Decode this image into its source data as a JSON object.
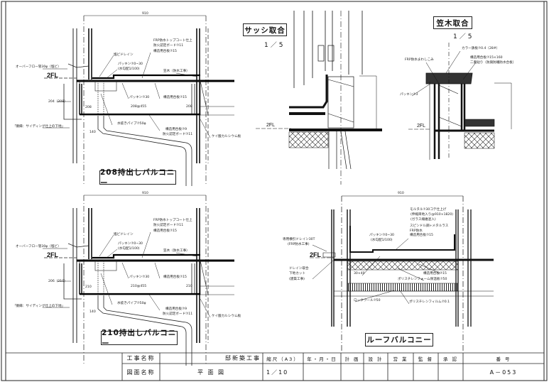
{
  "drawing_sheet": {
    "details": [
      {
        "title": "208持出しバルコニー",
        "annotations": [
          "910",
          "FRP防水トップコート仕上",
          "防火認定ボード⑦11",
          "構造用合板⑦15",
          "塩ビドレイン",
          "パッキン⑦0~30",
          "(水勾配1/100)",
          "オーバーフロー管30φ（塩ビ）",
          "笠木（防水工事）",
          "パッキン⑦30",
          "構造用合板⑦15",
          "204（208）",
          "208",
          "208@455",
          "208",
          "「胴縁：サイディング仕上の下地」",
          "水抜きパイプ⑦50φ",
          "構造用合板⑦9",
          "防火認定ボード⑦11",
          "140",
          "ケイ酸カルシウム板"
        ],
        "floor_label": "2FL"
      },
      {
        "title": "210持出しバルコニー",
        "annotations": [
          "910",
          "FRP防水トップコート仕上",
          "防火認定ボード⑦11",
          "構造用合板⑦15",
          "塩ビドレイン",
          "パッキン⑦0~30",
          "(水勾配1/100)",
          "オーバーフロー管30φ（塩ビ）",
          "笠木（防水工事）",
          "パッキン⑦30",
          "構造用合板⑦15",
          "206（210）",
          "210",
          "210@455",
          "210",
          "「胴縁：サイディング仕上の下地」",
          "水抜きパイプ⑦50φ",
          "構造用合板⑦9",
          "防火認定ボード⑦11",
          "140",
          "ケイ酸カルシウム板"
        ],
        "floor_label": "2FL"
      },
      {
        "title": "サッシ取合",
        "scale": "1／5",
        "floor_label": "2FL"
      },
      {
        "title": "笠木取合",
        "scale": "1／5",
        "annotations": [
          "カラー鉄板⑦0.4（28#）",
          "構造用合板⑦15×160",
          "二重貼り（防腐防蟻防水合板）",
          "FRP防水まわしこみ",
          "パッキン⑦3"
        ],
        "floor_label": "2FL"
      },
      {
        "title": "ルーフバルコニー",
        "annotations": [
          "910",
          "モルタル⑦30コテ仕上げ",
          "(伸縮目地入り@910×1820)",
          "(ガラス繊維混入)",
          "スピンドル鋼+メタルラス",
          "FRP防水",
          "構造用合板⑦15",
          "専用横引ドレイン30T",
          "(FRP防水工事)",
          "パッキン⑦0~30",
          "(水勾配1/100)",
          "ドレイン取合",
          "下地カット",
          "(建築工事)",
          "30×40",
          "構造用合板⑦15",
          "ポリスチレンフォーム保温板⑦50",
          "ロックウール⑦50",
          "ポリスチレンフィルム⑦0.1"
        ],
        "floor_label": "2FL"
      }
    ],
    "title_block": {
      "project_label": "工事名称",
      "project_value": "邸新築工事",
      "drawing_label": "図面名称",
      "drawing_value": "平 面 図",
      "scale_label": "縮尺（A3）",
      "scale_value": "1／10",
      "date_label": "年・月・日",
      "plan_label": "計 画",
      "design_label": "設 計",
      "sales_label": "営 業",
      "supervisor_label": "監 督",
      "approval_label": "承 認",
      "number_label": "番 号",
      "number_value": "A－053"
    }
  }
}
